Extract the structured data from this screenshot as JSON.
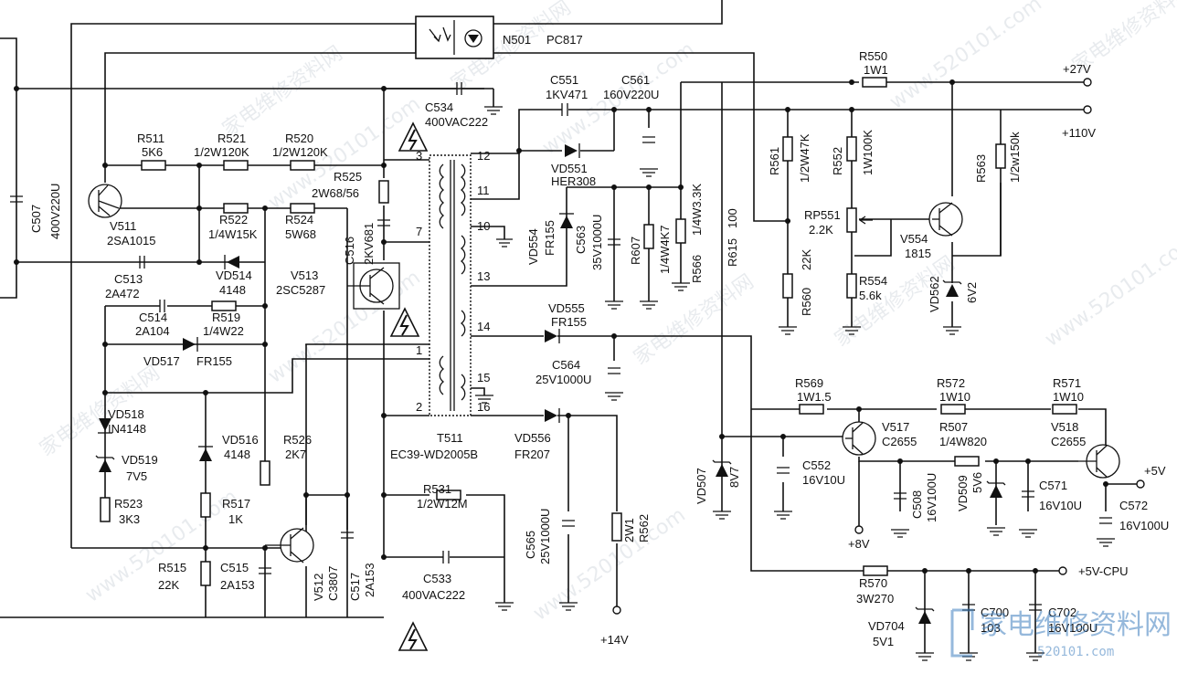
{
  "labels": {
    "n501": "N501",
    "pc817": "PC817",
    "r550": "R550",
    "r550v": "1W1",
    "v27": "+27V",
    "v110": "+110V",
    "c551": "C551",
    "c551v": "1KV471",
    "c561": "C561",
    "c561v": "160V220U",
    "c534": "C534",
    "c534v": "400VAC222",
    "r511": "R511",
    "r511v": "5K6",
    "r521": "R521",
    "r521v": "1/2W120K",
    "r520": "R520",
    "r520v": "1/2W120K",
    "c507": "C507",
    "c507v": "400V220U",
    "r525": "R525",
    "r525v": "2W68/56",
    "vd551": "VD551",
    "vd551v": "HER308",
    "r561": "R561",
    "r561v": "1/2W47K",
    "r552": "R552",
    "r552v": "1W100K",
    "r563": "R563",
    "r563v": "1/2w150k",
    "v511": "V511",
    "v511v": "2SA1015",
    "r522": "R522",
    "r522v": "1/4W15K",
    "r524": "R524",
    "r524v": "5W68",
    "c516": "C516",
    "c516v": "2KV681",
    "vd554": "VD554",
    "vd554v": "FR155",
    "c563": "C563",
    "c563v": "35V1000U",
    "r607": "R607",
    "r607v": "1/4W4K7",
    "r566": "R566",
    "r566v": "1/4W3.3K",
    "r615": "R615",
    "r615v": "100",
    "rp551": "RP551",
    "rp551v": "2.2K",
    "v554": "V554",
    "v554v": "1815",
    "c513": "C513",
    "c513v": "2A472",
    "vd514": "VD514",
    "vd514v": "4148",
    "v513": "V513",
    "v513v": "2SC5287",
    "r560": "R560",
    "r560v": "22K",
    "r554": "R554",
    "r554v": "5.6k",
    "vd562": "VD562",
    "vd562v": "6V2",
    "c514": "C514",
    "c514v": "2A104",
    "r519": "R519",
    "r519v": "1/4W22",
    "vd555": "VD555",
    "vd555v": "FR155",
    "vd517": "VD517",
    "vd517v": "FR155",
    "c564": "C564",
    "c564v": "25V1000U",
    "r569": "R569",
    "r569v": "1W1.5",
    "r572": "R572",
    "r572v": "1W10",
    "r571": "R571",
    "r571v": "1W10",
    "vd518": "VD518",
    "vd518v": "IN4148",
    "vd516": "VD516",
    "vd516v": "4148",
    "r526": "R526",
    "r526v": "2K7",
    "t511": "T511",
    "t511v": "EC39-WD2005B",
    "vd556": "VD556",
    "vd556v": "FR207",
    "v517": "V517",
    "v517v": "C2655",
    "r507": "R507",
    "r507v": "1/4W820",
    "v518": "V518",
    "v518v": "C2655",
    "vd519": "VD519",
    "vd519v": "7V5",
    "c552": "C552",
    "c552v": "16V10U",
    "vd507": "VD507",
    "vd507v": "8V7",
    "c508": "C508",
    "c508v": "16V100U",
    "vd509": "VD509",
    "vd509v": "5V6",
    "c571": "C571",
    "c571v": "16V10U",
    "c572": "C572",
    "c572v": "16V100U",
    "v5": "+5V",
    "r523": "R523",
    "r523v": "3K3",
    "r517": "R517",
    "r517v": "1K",
    "r531": "R531",
    "r531v": "1/2W12M",
    "c565": "C565",
    "c565v": "25V1000U",
    "r562": "R562",
    "r562v": "2W1",
    "v512": "V512",
    "v512v": "C3807",
    "c517": "C517",
    "c517v": "2A153",
    "v8": "+8V",
    "r515": "R515",
    "r515v": "22K",
    "c515": "C515",
    "c515v": "2A153",
    "c533": "C533",
    "c533v": "400VAC222",
    "r570": "R570",
    "r570v": "3W270",
    "v5cpu": "+5V-CPU",
    "c700": "C700",
    "c700v": "103",
    "c702": "C702",
    "c702v": "16V100U",
    "vd704": "VD704",
    "vd704v": "5V1",
    "v14": "+14V",
    "pin12": "12",
    "pin11": "11",
    "pin10": "10",
    "pin13": "13",
    "pin14": "14",
    "pin15": "15",
    "pin16": "16",
    "pin3": "3",
    "pin7": "7",
    "pin1": "1",
    "pin2": "2"
  },
  "watermark": {
    "text": "家电维修资料网",
    "url": "www.520101.com",
    "logo_cn": "家电维修资料网",
    "logo_url": "520101.com"
  }
}
